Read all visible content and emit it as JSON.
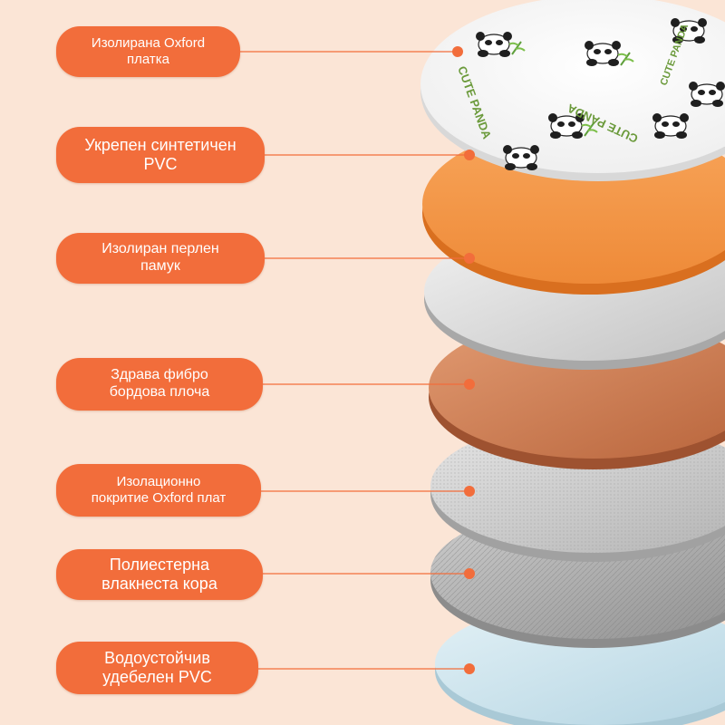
{
  "colors": {
    "background": "#fbe5d6",
    "pill": "#f26d3b",
    "pill_text": "#ffffff",
    "leader_line": "#f26d3b"
  },
  "layers": [
    {
      "id": "oxford-cloth",
      "label": "Изолирана Oxford\nплатка",
      "material_color": "#ffffff",
      "pattern": "panda-print"
    },
    {
      "id": "pvc-reinforced",
      "label": "Укрепен синтетичен\nPVC",
      "material_color": "#f59a4c"
    },
    {
      "id": "pearl-cotton",
      "label": "Изолиран перлен\nпамук",
      "material_color": "#d6d6d6"
    },
    {
      "id": "fiberboard",
      "label": "Здрава фибро\nбордова плоча",
      "material_color": "#c9754a"
    },
    {
      "id": "oxford-coating",
      "label": "Изолационно\nпокритие Oxford плат",
      "material_color": "#c6c6c6"
    },
    {
      "id": "polyester-fiber",
      "label": "Полиестерна\nвлакнеста кора",
      "material_color": "#a9a9a9"
    },
    {
      "id": "waterproof-pvc",
      "label": "Водоустойчив\nудебелен PVC",
      "material_color": "#cfe6ef"
    }
  ],
  "print_text": "CUTE PANDA",
  "icons": [
    "panda-icon",
    "bamboo-icon"
  ]
}
